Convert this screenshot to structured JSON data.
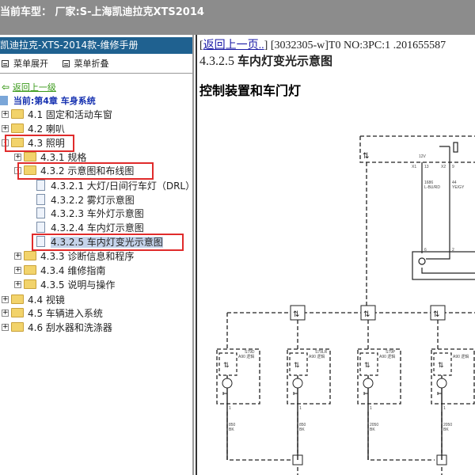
{
  "title": "当前车型： 厂家:S-上海凯迪拉克XTS2014",
  "left": {
    "header": "凯迪拉克-XTS-2014款-维修手册",
    "expand": "菜单展开",
    "collapse": "菜单折叠",
    "back": "返回上一级",
    "current": "当前:第4章 车身系统",
    "tree": [
      {
        "label": "4.1 固定和活动车窗",
        "level": 0,
        "type": "folder",
        "pm": "+"
      },
      {
        "label": "4.2 喇叭",
        "level": 0,
        "type": "folder",
        "pm": "+"
      },
      {
        "label": "4.3 照明",
        "level": 0,
        "type": "folder",
        "pm": "-",
        "highlight": true
      },
      {
        "label": "4.3.1 规格",
        "level": 1,
        "type": "folder",
        "pm": "+"
      },
      {
        "label": "4.3.2 示意图和布线图",
        "level": 1,
        "type": "folder",
        "pm": "-",
        "highlight": true
      },
      {
        "label": "4.3.2.1 大灯/日间行车灯（DRL）",
        "level": 2,
        "type": "doc"
      },
      {
        "label": "4.3.2.2 雾灯示意图",
        "level": 2,
        "type": "doc"
      },
      {
        "label": "4.3.2.3 车外灯示意图",
        "level": 2,
        "type": "doc"
      },
      {
        "label": "4.3.2.4 车内灯示意图",
        "level": 2,
        "type": "doc"
      },
      {
        "label": "4.3.2.5 车内灯变光示意图",
        "level": 2,
        "type": "doc",
        "selected": true,
        "highlight": true
      },
      {
        "label": "4.3.3 诊断信息和程序",
        "level": 1,
        "type": "folder",
        "pm": "+"
      },
      {
        "label": "4.3.4 维修指南",
        "level": 1,
        "type": "folder",
        "pm": "+"
      },
      {
        "label": "4.3.5 说明与操作",
        "level": 1,
        "type": "folder",
        "pm": "+"
      },
      {
        "label": "4.4 视镜",
        "level": 0,
        "type": "folder",
        "pm": "+"
      },
      {
        "label": "4.5 车辆进入系统",
        "level": 0,
        "type": "folder",
        "pm": "+"
      },
      {
        "label": "4.6 刮水器和洗涤器",
        "level": 0,
        "type": "folder",
        "pm": "+"
      }
    ]
  },
  "right": {
    "back_link": "返回上一页..",
    "doc_info": "] [3032305-w]T0 NO:3PC:1 .201655587",
    "section_num": "4.3.2.5",
    "section_title": "车内灯变光示意图",
    "subtitle": "控制装置和车门灯",
    "diagram": {
      "v12": "12V",
      "x1": "X1",
      "p13": "13",
      "x2": "X2",
      "p9": "9",
      "w1": "1686",
      "w1c": "L-BU/RD",
      "w2": "44",
      "w2c": "YE/GY",
      "p6": "6",
      "p2": "2",
      "modules": [
        {
          "id": "S79D",
          "logic": "A90 逻辑",
          "pin": "1",
          "wire": "850",
          "color": "BK"
        },
        {
          "id": "S79LR",
          "logic": "A90 逻辑",
          "pin": "1",
          "wire": "850",
          "color": "BK"
        },
        {
          "id": "S79P",
          "logic": "A90 逻辑",
          "pin": "1",
          "wire": "2050",
          "color": "BK"
        },
        {
          "id": "",
          "logic": "A90 逻辑",
          "pin": "1",
          "wire": "2050",
          "color": "BK"
        }
      ]
    }
  }
}
